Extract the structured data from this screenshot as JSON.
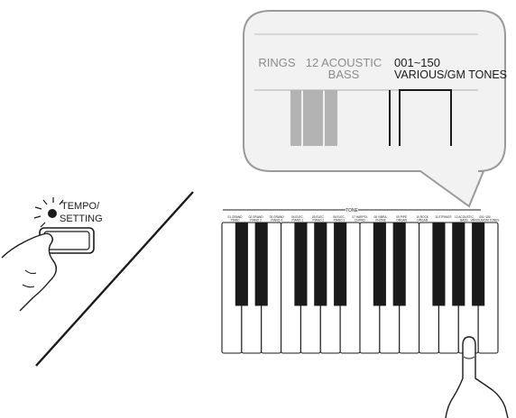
{
  "callout": {
    "label_rings": "RINGS",
    "label_bass_line1": "12 ACOUSTIC",
    "label_bass_line2": "BASS",
    "label_tones_line1": "001~150",
    "label_tones_line2": "VARIOUS/GM TONES"
  },
  "button": {
    "label_line1": "TEMPO/",
    "label_line2": "SETTING"
  },
  "keyboard": {
    "header": "TONE",
    "white_key_count": 14,
    "key_labels": [
      {
        "l1": "01 GRAND",
        "l2": "PIANO"
      },
      {
        "l1": "02 GRAND",
        "l2": "PIANO 2"
      },
      {
        "l1": "03 GRAND",
        "l2": "PIANO 3"
      },
      {
        "l1": "04 ELEC.",
        "l2": "PIANO 1"
      },
      {
        "l1": "05 ELEC.",
        "l2": "PIANO 2"
      },
      {
        "l1": "06 ELEC.",
        "l2": "PIANO 3"
      },
      {
        "l1": "07 HARPSI-",
        "l2": "CHORD"
      },
      {
        "l1": "08 VIBRA-",
        "l2": "PHONE"
      },
      {
        "l1": "09 PIPE",
        "l2": "ORGAN"
      },
      {
        "l1": "10 ROCK",
        "l2": "ORGAN"
      },
      {
        "l1": "11 STRINGS",
        "l2": ""
      },
      {
        "l1": "12 ACOUSTIC",
        "l2": "BASS"
      },
      {
        "l1": "001~150",
        "l2": "VARIOUS/GM TONES"
      }
    ]
  },
  "colors": {
    "ink": "#1a1a1a",
    "callout_fill": "#f2f2f2",
    "callout_stroke": "#9a9a9a",
    "muted_text": "#8c8c8c",
    "gray_keys": "#b3b3b3"
  }
}
